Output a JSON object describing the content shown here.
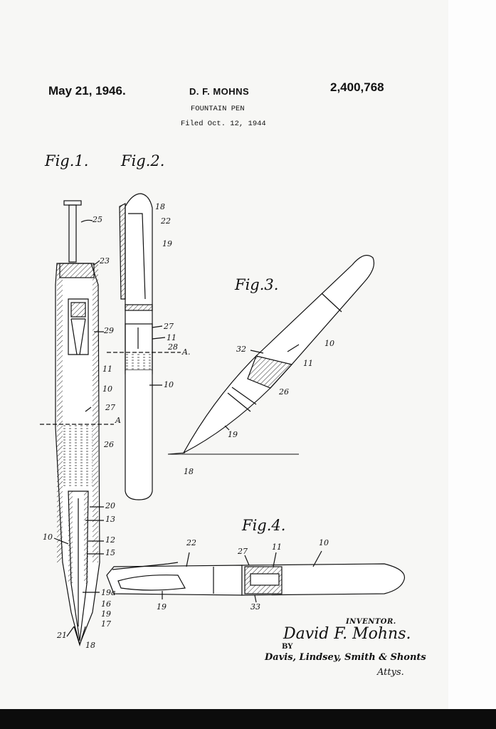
{
  "header": {
    "date": "May 21, 1946.",
    "inventor_name": "D. F. MOHNS",
    "patent_number": "2,400,768",
    "title": "FOUNTAIN PEN",
    "filed": "Filed Oct. 12, 1944"
  },
  "figures": {
    "fig1": "Fig.1.",
    "fig2": "Fig.2.",
    "fig3": "Fig.3.",
    "fig4": "Fig.4."
  },
  "refs": {
    "r25": "25",
    "r23": "23",
    "r29": "29",
    "r11a": "11",
    "r10a": "10",
    "r27a": "27",
    "rA1": "A",
    "r26a": "26",
    "r20": "20",
    "r13": "13",
    "r10b": "10",
    "r12": "12",
    "r15": "15",
    "r19a": "19a",
    "r16": "16",
    "r19b": "19",
    "r17": "17",
    "r21": "21",
    "r18a": "18",
    "r18b": "18",
    "r22a": "22",
    "r19c": "19",
    "r27b": "27",
    "r11b": "11",
    "r28": "28",
    "rA2": "A.",
    "r10c": "10",
    "r10d": "10",
    "r32": "32",
    "r11c": "11",
    "r26b": "26",
    "r19d": "19",
    "r18c": "18",
    "r22b": "22",
    "r27c": "27",
    "r11d": "11",
    "r10e": "10",
    "r19e": "19",
    "r33": "33"
  },
  "signature": {
    "inventor_label": "INVENTOR.",
    "inventor_signature": "David F. Mohns.",
    "by": "BY",
    "attorneys_signature": "Davis, Lindsey, Smith & Shonts",
    "attys": "Attys."
  }
}
